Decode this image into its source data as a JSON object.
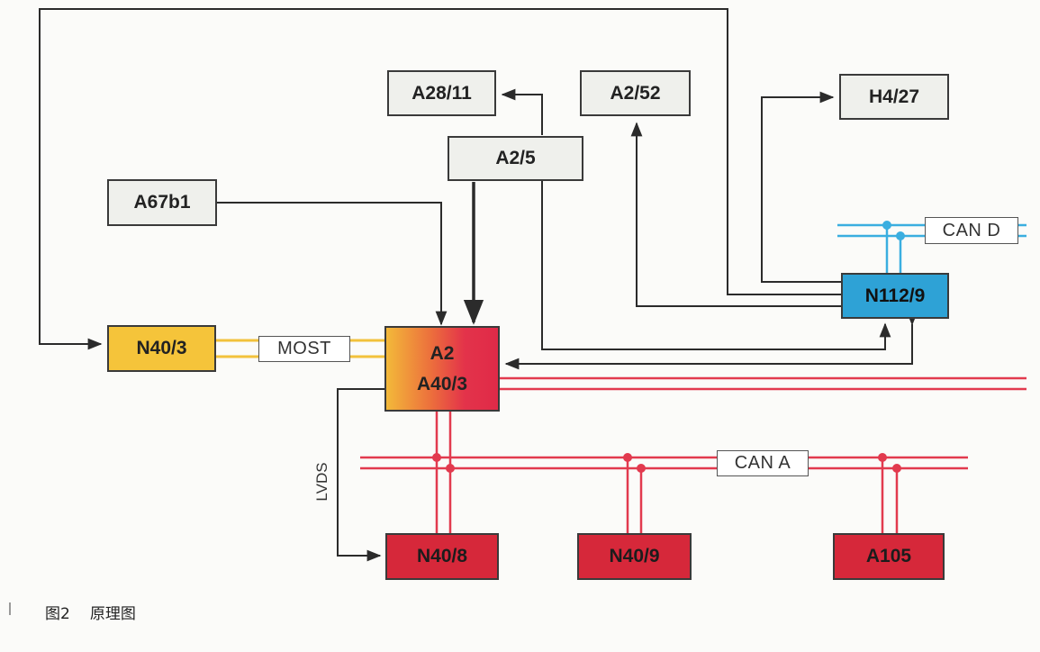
{
  "colors": {
    "line": "#2b2b2b",
    "most": "#f2c23c",
    "can_a": "#e23a4e",
    "can_d": "#3aaee0",
    "yellow": "#f5c43a",
    "red": "#d6283a",
    "blue": "#2ea2d6"
  },
  "nodes": {
    "a28_11": "A28/11",
    "a2_52": "A2/52",
    "h4_27": "H4/27",
    "a2_5": "A2/5",
    "a67b1": "A67b1",
    "n40_3": "N40/3",
    "a2_line1": "A2",
    "a2_line2": "A40/3",
    "n112_9": "N112/9",
    "n40_8": "N40/8",
    "n40_9": "N40/9",
    "a105": "A105"
  },
  "bus_labels": {
    "most": "MOST",
    "can_d": "CAN D",
    "can_a": "CAN A",
    "lvds": "LVDS"
  },
  "caption": {
    "figure": "图2",
    "title": "原理图"
  }
}
